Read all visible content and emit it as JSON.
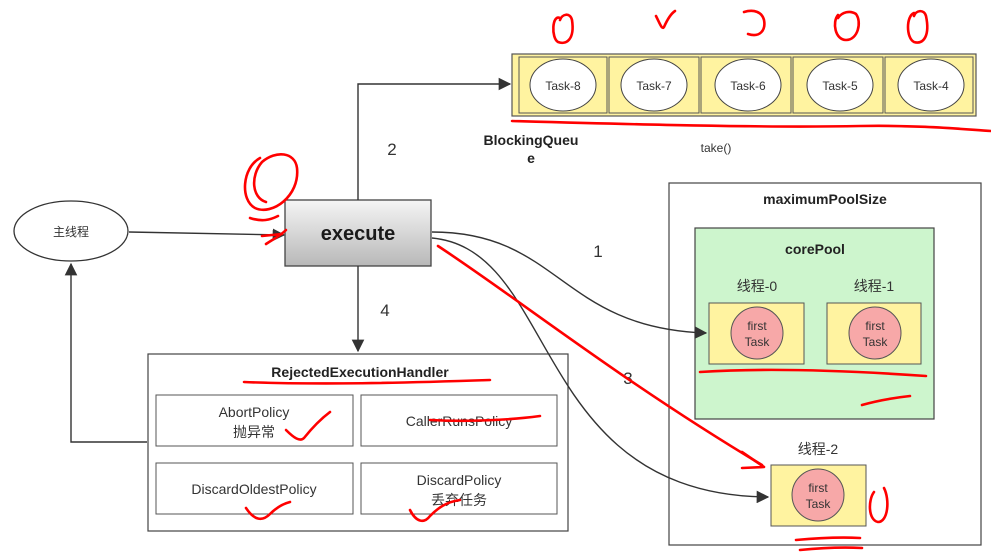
{
  "main_thread": {
    "label": "主线程"
  },
  "execute": {
    "label": "execute"
  },
  "queue": {
    "tasks": [
      "Task-8",
      "Task-7",
      "Task-6",
      "Task-5",
      "Task-4"
    ],
    "name_line1": "BlockingQueu",
    "name_line2": "e",
    "method": "take()"
  },
  "steps": {
    "s1": "1",
    "s2": "2",
    "s3": "3",
    "s4": "4"
  },
  "max_pool": {
    "title": "maximumPoolSize",
    "core_pool": {
      "title": "corePool",
      "threads": [
        {
          "name": "线程-0",
          "task_line1": "first",
          "task_line2": "Task"
        },
        {
          "name": "线程-1",
          "task_line1": "first",
          "task_line2": "Task"
        }
      ]
    },
    "extra_thread": {
      "name": "线程-2",
      "task_line1": "first",
      "task_line2": "Task"
    }
  },
  "handler": {
    "title": "RejectedExecutionHandler",
    "policies": [
      {
        "name": "AbortPolicy",
        "desc": "抛异常"
      },
      {
        "name": "CallerRunsPolicy",
        "desc": ""
      },
      {
        "name": "DiscardOldestPolicy",
        "desc": ""
      },
      {
        "name": "DiscardPolicy",
        "desc": "丢弃任务"
      }
    ]
  },
  "colors": {
    "queue_fill": "#fff3a0",
    "core_pool_fill": "#cdf5cd",
    "task_circle": "#f7a8a8",
    "annotation_red": "#ff0000",
    "execute_top": "#f5f5f5",
    "execute_bottom": "#b8b8b8"
  }
}
